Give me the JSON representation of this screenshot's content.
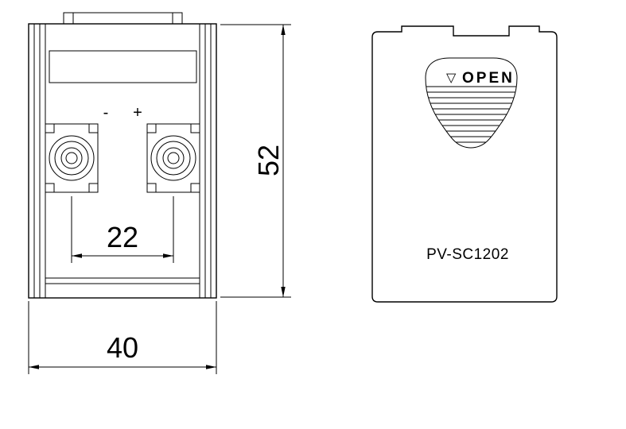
{
  "colors": {
    "line": "#000000",
    "background": "#ffffff",
    "text": "#000000"
  },
  "front_view": {
    "polarity_negative": "-",
    "polarity_positive": "+"
  },
  "dimensions": {
    "terminal_pitch": "22",
    "overall_width": "40",
    "overall_height": "52"
  },
  "side_view": {
    "open_marker": "▽",
    "open_label": "OPEN",
    "model_number": "PV-SC1202"
  }
}
